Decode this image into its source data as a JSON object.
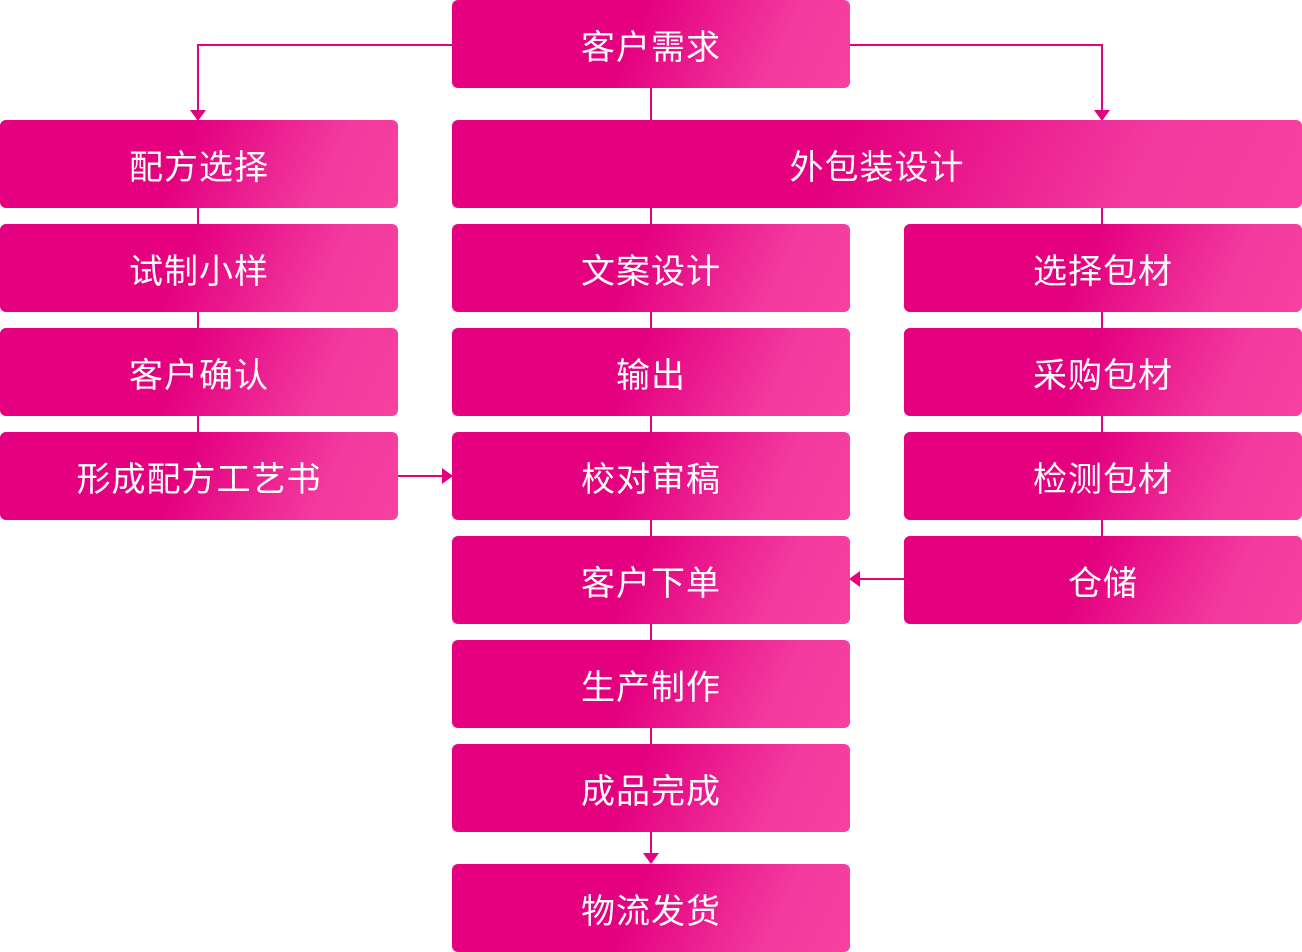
{
  "colors": {
    "primary": "#e4007f",
    "gradient_end": "#f7409f",
    "text": "#ffffff",
    "background": "#ffffff"
  },
  "nodes": {
    "customer_demand": "客户需求",
    "formula_selection": "配方选择",
    "trial_sample": "试制小样",
    "customer_confirm": "客户确认",
    "formula_process_doc": "形成配方工艺书",
    "outer_packaging_design": "外包装设计",
    "copywriting_design": "文案设计",
    "output": "输出",
    "proofreading": "校对审稿",
    "customer_order": "客户下单",
    "production": "生产制作",
    "finished_product": "成品完成",
    "logistics_shipping": "物流发货",
    "select_packaging": "选择包材",
    "purchase_packaging": "采购包材",
    "inspect_packaging": "检测包材",
    "storage": "仓储"
  }
}
